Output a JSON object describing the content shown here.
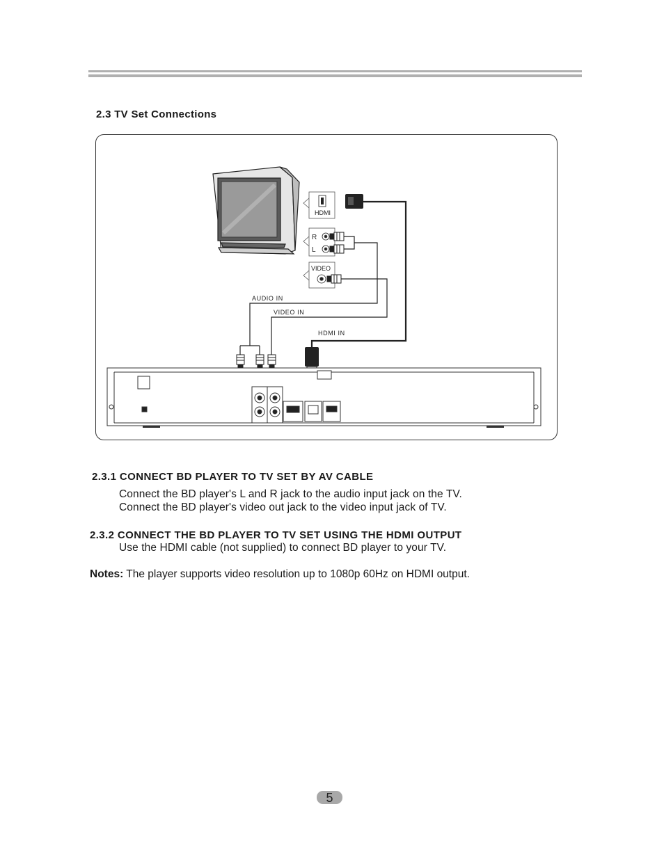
{
  "section": {
    "title": "2.3 TV Set Connections"
  },
  "diagram": {
    "tv_ports": {
      "hdmi": "HDMI",
      "right": "R",
      "left": "L",
      "video": "VIDEO"
    },
    "cables": {
      "audio_in": "AUDIO IN",
      "video_in": "VIDEO IN",
      "hdmi_in": "HDMI IN"
    }
  },
  "sub1": {
    "heading": "2.3.1 CONNECT BD PLAYER TO TV SET BY AV CABLE",
    "line1": "Connect the BD player's L and R jack to the audio input jack on the TV.",
    "line2": "Connect the BD player's video out jack to the video input jack of TV."
  },
  "sub2": {
    "heading": "2.3.2 CONNECT THE BD PLAYER TO TV SET USING THE HDMI OUTPUT",
    "line1": "Use the HDMI cable (not supplied) to connect BD player to your TV."
  },
  "notes": {
    "label": "Notes:",
    "text": " The player supports video resolution up to 1080p 60Hz on HDMI output."
  },
  "page": {
    "number": "5"
  },
  "colors": {
    "rule": "#b0b0b0",
    "page_badge": "#a8a8a8",
    "line": "#222222"
  }
}
